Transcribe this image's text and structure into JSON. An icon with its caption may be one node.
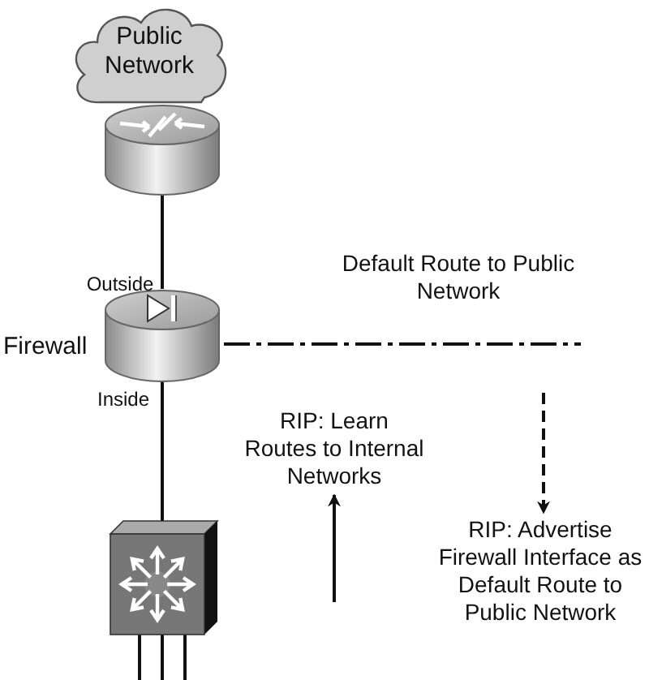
{
  "diagram": {
    "nodes": [
      {
        "text": [
          "Public Network"
        ]
      },
      {
        "text": [],
        "shape": "cylinder"
      },
      {
        "text": [
          "Firewall"
        ]
      },
      {
        "text": [],
        "shape": "box"
      },
      {
        "text": [
          "RIP: Learn Routes to Internal Networks"
        ]
      },
      {
        "text": [
          "RIP: Advertise Firewall Interface as Default Route to Public Network"
        ]
      }
    ],
    "edges": [
      {
        "from": 1,
        "to": 2,
        "arrow": "none"
      },
      {
        "from": 2,
        "to": 3,
        "arrow": "none"
      },
      {
        "from": 2,
        "to": null,
        "arrow": "none",
        "style": "dashed"
      },
      {
        "from": null,
        "to": 4,
        "arrow": "to"
      },
      {
        "from": null,
        "to": 5,
        "arrow": "to",
        "style": "dashed"
      }
    ],
    "labels": [
      "Outside",
      "Default Route to Public Network",
      "Inside"
    ]
  }
}
